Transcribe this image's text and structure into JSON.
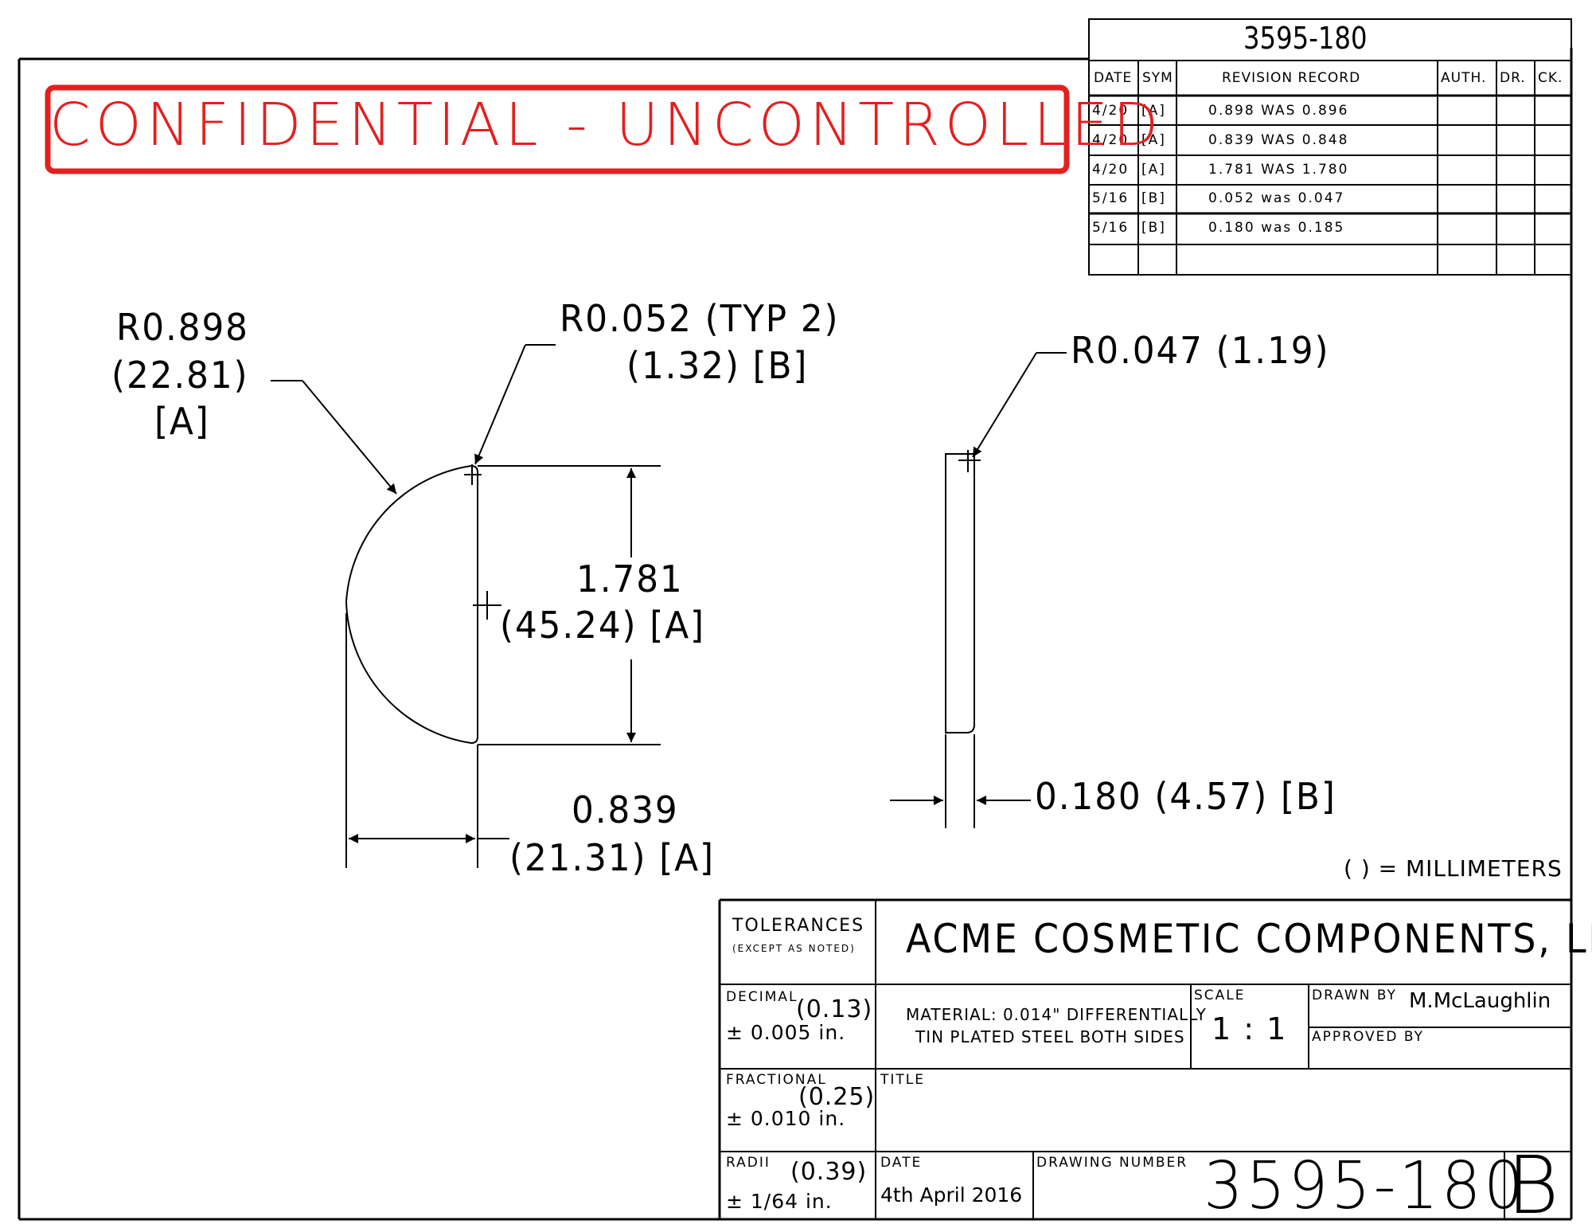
{
  "drawing_number_top": "3595-180",
  "confidential_banner": "CONFIDENTIAL - UNCONTROLLED",
  "revision_table": {
    "headers": {
      "date": "DATE",
      "sym": "SYM",
      "record": "REVISION RECORD",
      "auth": "AUTH.",
      "dr": "DR.",
      "ck": "CK."
    },
    "rows": [
      {
        "date": "4/20",
        "sym": "[A]",
        "record": "0.898 WAS 0.896"
      },
      {
        "date": "4/20",
        "sym": "[A]",
        "record": "0.839 WAS 0.848"
      },
      {
        "date": "4/20",
        "sym": "[A]",
        "record": "1.781 WAS 1.780"
      },
      {
        "date": "5/16",
        "sym": "[B]",
        "record": "0.052 was 0.047"
      },
      {
        "date": "5/16",
        "sym": "[B]",
        "record": "0.180 was 0.185"
      }
    ]
  },
  "dimensions": {
    "large_radius": {
      "line1": "R0.898",
      "line2": "(22.81)",
      "line3": "[A]"
    },
    "corner_radius": {
      "line1": "R0.052 (TYP 2)",
      "line2": "(1.32) [B]"
    },
    "height": {
      "line1": "1.781",
      "line2": "(45.24) [A]"
    },
    "width": {
      "line1": "0.839",
      "line2": "(21.31) [A]"
    },
    "side_radius": "R0.047 (1.19)",
    "thickness": "0.180 (4.57) [B]"
  },
  "units_note": "( ) = MILLIMETERS",
  "title_block": {
    "tolerances_label": "TOLERANCES",
    "tolerances_sub": "(EXCEPT AS NOTED)",
    "company": "ACME COSMETIC COMPONENTS, LLC",
    "decimal_label": "DECIMAL",
    "decimal_mm": "(0.13)",
    "decimal_value": "± 0.005 in.",
    "material_line1": "MATERIAL: 0.014\" DIFFERENTIALLY",
    "material_line2": "TIN PLATED STEEL BOTH SIDES",
    "scale_label": "SCALE",
    "scale_value": "1 : 1",
    "drawn_by_label": "DRAWN BY",
    "drawn_by_value": "M.McLaughlin",
    "approved_by_label": "APPROVED BY",
    "fractional_label": "FRACTIONAL",
    "fractional_mm": "(0.25)",
    "fractional_value": "± 0.010 in.",
    "title_label": "TITLE",
    "radii_label": "RADII",
    "radii_mm": "(0.39)",
    "radii_value": "± 1/64 in.",
    "date_label": "DATE",
    "date_value": "4th April 2016",
    "drawing_number_label": "DRAWING NUMBER",
    "drawing_number": "3595-180",
    "revision_letter": "B"
  }
}
